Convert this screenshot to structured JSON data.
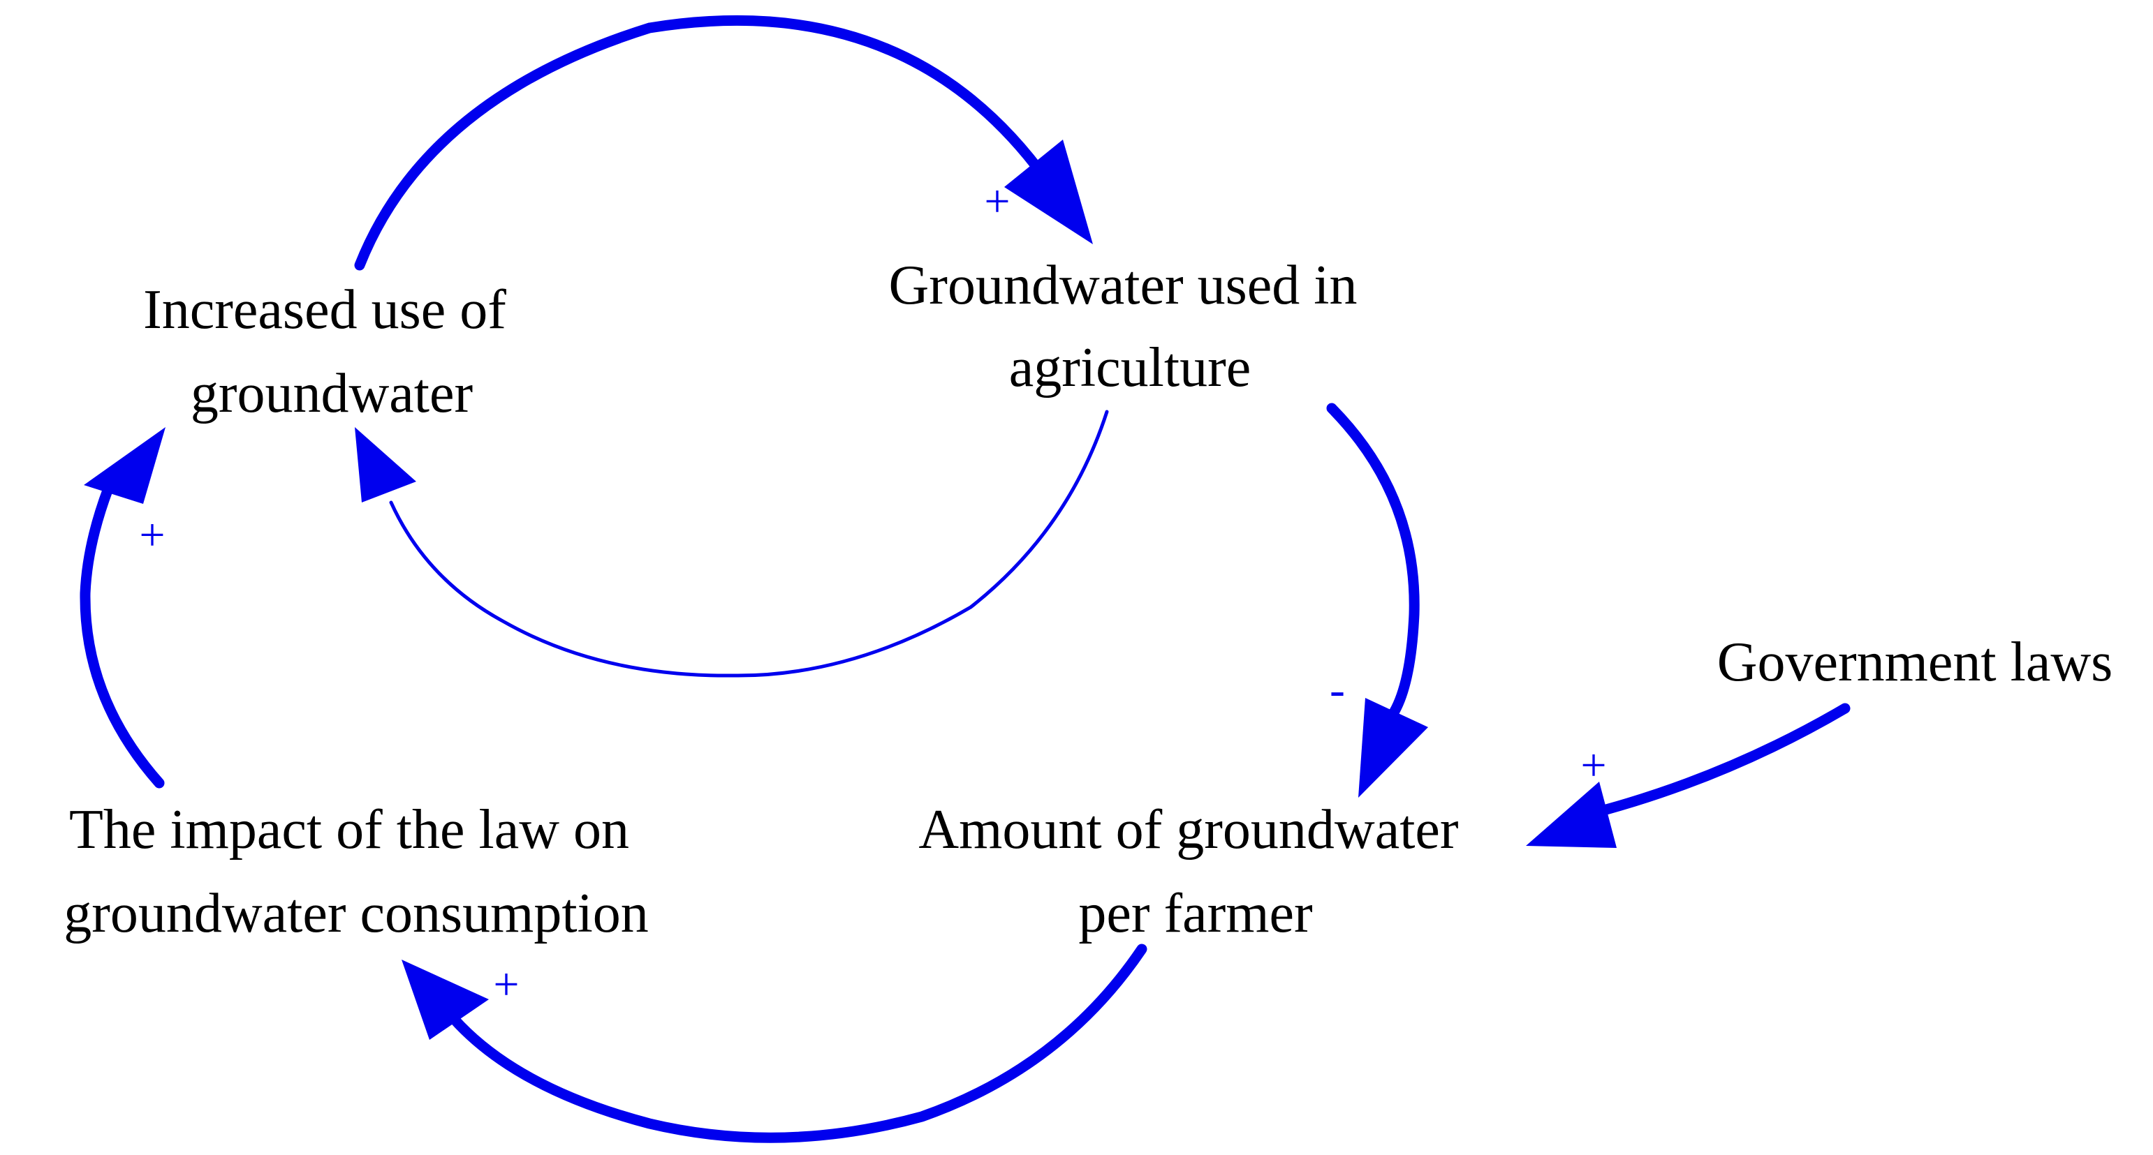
{
  "nodes": {
    "increased_use": {
      "lines": [
        "Increased use of",
        "groundwater"
      ]
    },
    "used_in_agriculture": {
      "lines": [
        "Groundwater used in",
        "agriculture"
      ]
    },
    "government_laws": {
      "lines": [
        "Government laws"
      ]
    },
    "amount_per_farmer": {
      "lines": [
        "Amount of groundwater",
        "per farmer"
      ]
    },
    "impact_of_law": {
      "lines": [
        "The impact of the law on",
        "groundwater consumption"
      ]
    }
  },
  "links": {
    "increased_to_agriculture": {
      "from": "Increased use of groundwater",
      "to": "Groundwater used in agriculture",
      "polarity": "+"
    },
    "agriculture_to_increased": {
      "from": "Groundwater used in agriculture",
      "to": "Increased use of groundwater",
      "polarity": ""
    },
    "agriculture_to_amount": {
      "from": "Groundwater used in agriculture",
      "to": "Amount of groundwater per farmer",
      "polarity": "-"
    },
    "government_to_amount": {
      "from": "Government laws",
      "to": "Amount of groundwater per farmer",
      "polarity": "+"
    },
    "amount_to_impact": {
      "from": "Amount of groundwater per farmer",
      "to": "The impact of the law on groundwater consumption",
      "polarity": "+"
    },
    "impact_to_increased": {
      "from": "The impact of the law on groundwater consumption",
      "to": "Increased use of groundwater",
      "polarity": "+"
    }
  },
  "colors": {
    "link": "#0000ee",
    "text": "#000000"
  }
}
